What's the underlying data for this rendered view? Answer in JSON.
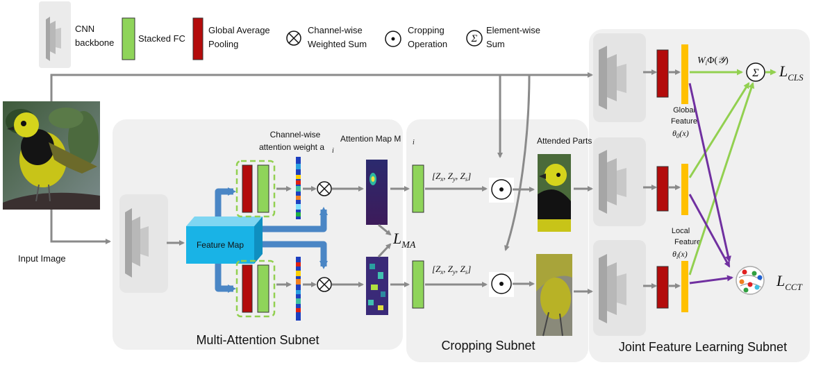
{
  "legend": {
    "cnn_backbone": [
      "CNN",
      "backbone"
    ],
    "stacked_fc": "Stacked FC",
    "gap": [
      "Global Average",
      "Pooling"
    ],
    "channel_sum": [
      "Channel-wise",
      "Weighted Sum"
    ],
    "cropping_op": [
      "Cropping",
      "Operation"
    ],
    "element_sum": [
      "Element-wise",
      "Sum"
    ]
  },
  "labels": {
    "input_image": "Input Image",
    "feature_map": "Feature Map",
    "channel_weight": [
      "Channel-wise",
      "attention weight a"
    ],
    "channel_weight_sub": "i",
    "attention_map": "Attention Map M",
    "attention_map_sub": "i",
    "attended_parts": "Attended Parts",
    "crop_params_1": "[Z",
    "crop_params_full": "[Zx, Zy, Zs]",
    "global_feature": [
      "Global",
      "Feature",
      "θ0(x)"
    ],
    "local_feature": [
      "Local",
      "Feature",
      "θi(x)"
    ],
    "wphi": "WiΦ(𝒴)",
    "sigma": "Σ",
    "otimes": "⊗",
    "odot": "⊙"
  },
  "losses": {
    "ma": "L",
    "ma_sub": "MA",
    "cls": "L",
    "cls_sub": "CLS",
    "cct": "L",
    "cct_sub": "CCT"
  },
  "subnets": {
    "multi_attention": "Multi-Attention Subnet",
    "cropping": "Cropping Subnet",
    "joint": "Joint Feature Learning Subnet"
  },
  "colors": {
    "fc_green": "#8fd45a",
    "gap_red": "#b30c0c",
    "feature_orange": "#ffc000",
    "arrow_gray": "#8a8a8a",
    "arrow_blue": "#4a86c5",
    "arrow_green": "#92d050",
    "arrow_purple": "#7030a0",
    "feature_map_blue": "#19b3e6",
    "panel_gray": "#f0f0f0"
  }
}
